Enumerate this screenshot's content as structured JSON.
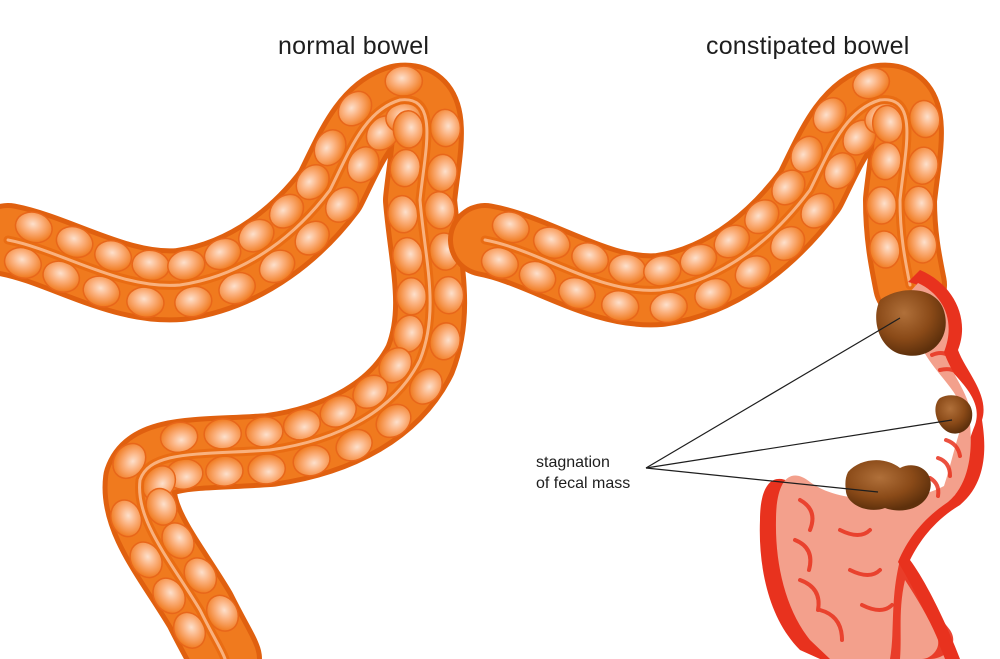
{
  "titles": {
    "normal": "normal bowel",
    "constipated": "constipated bowel"
  },
  "callout": {
    "line1": "stagnation",
    "line2": "of fecal mass"
  },
  "colors": {
    "bowel_orange": "#f07a1e",
    "bowel_light": "#fbb98a",
    "bowel_highlight": "#fde0cc",
    "bowel_dark": "#e0600f",
    "fecal_mass": "#8a4a18",
    "inflamed_red": "#e8321e",
    "inner_pink": "#f3a08c",
    "pointer_line": "#1e1e1e"
  }
}
